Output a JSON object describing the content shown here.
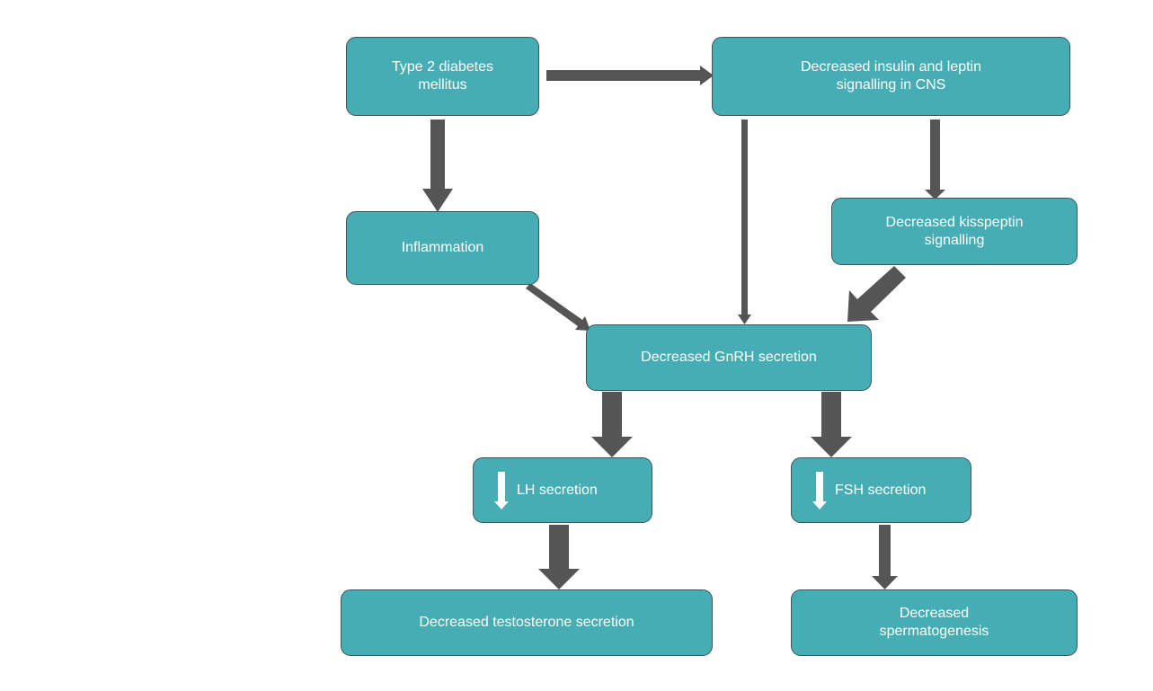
{
  "nodes": {
    "t2dm": [
      "Type 2 diabetes",
      "mellitus"
    ],
    "insulin": [
      "Decreased insulin and leptin",
      "signalling in CNS"
    ],
    "inflammation": [
      "Inflammation"
    ],
    "kisspeptin": [
      "Decreased kisspeptin",
      "signalling"
    ],
    "gnrh": [
      "Decreased GnRH secretion"
    ],
    "lh": [
      "LH secretion"
    ],
    "fsh": [
      "FSH secretion"
    ],
    "testosterone": [
      "Decreased testosterone secretion"
    ],
    "sperm": [
      "Decreased",
      "spermatogenesis"
    ]
  },
  "icons": {
    "decrease": "down-arrow-icon"
  },
  "colors": {
    "box_fill": "#45adb3",
    "box_border": "#3e5457",
    "arrow": "#555555",
    "text": "#ffffff"
  }
}
